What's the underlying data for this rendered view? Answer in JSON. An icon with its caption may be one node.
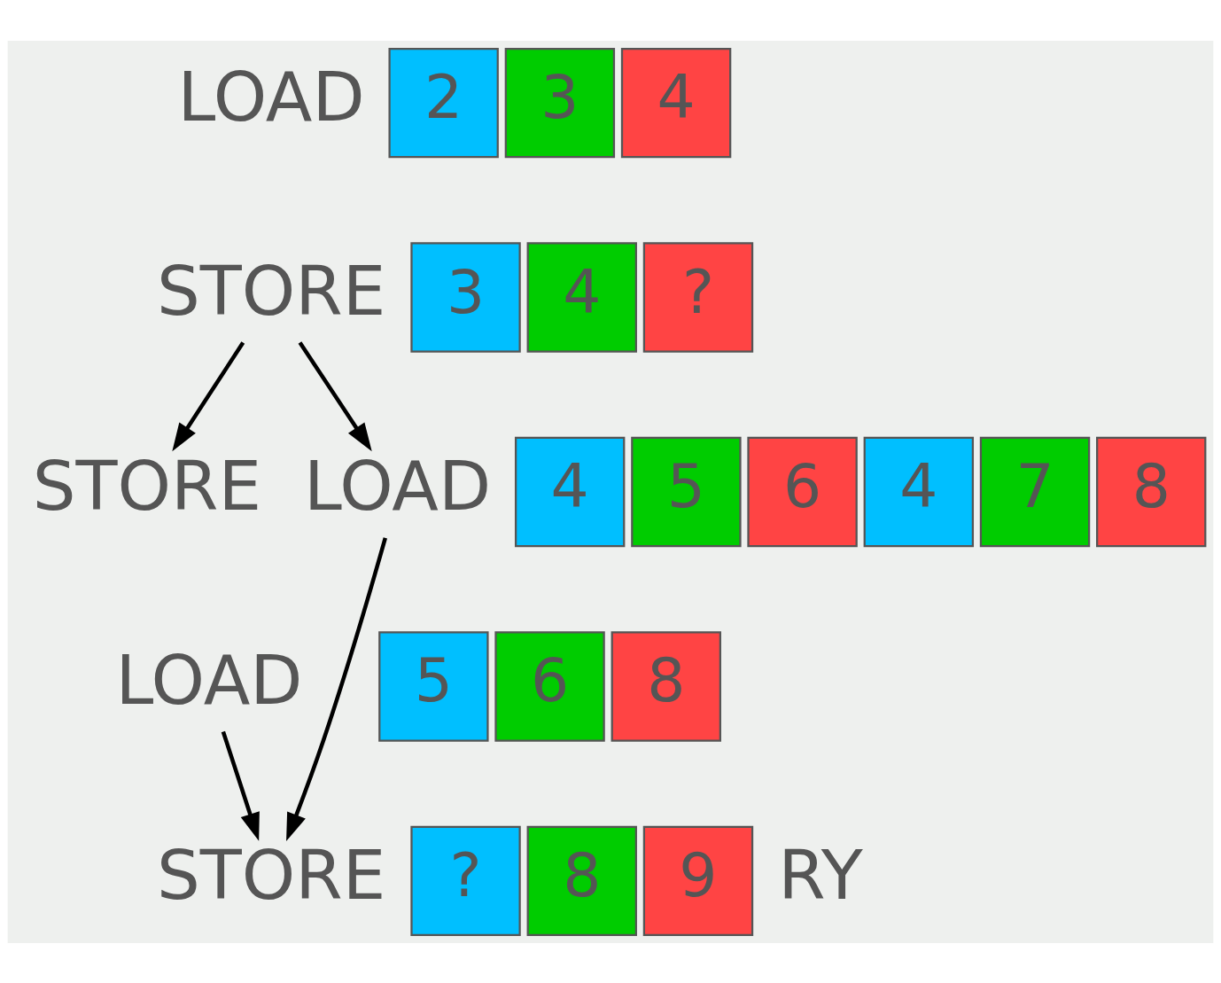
{
  "diagram": {
    "nodes": [
      {
        "text": [
          "LOAD"
        ]
      },
      {
        "text": [
          "2"
        ]
      },
      {
        "text": [
          "3"
        ]
      },
      {
        "text": [
          "4"
        ]
      },
      {
        "text": [
          "STORE"
        ]
      },
      {
        "text": [
          "3"
        ]
      },
      {
        "text": [
          "4"
        ]
      },
      {
        "text": [
          "?"
        ]
      },
      {
        "text": [
          "4"
        ]
      },
      {
        "text": [
          "5"
        ]
      },
      {
        "text": [
          "6"
        ]
      },
      {
        "text": [
          "STORE"
        ]
      },
      {
        "text": [
          "5"
        ]
      },
      {
        "text": [
          "6"
        ]
      },
      {
        "text": [
          "8"
        ]
      },
      {
        "text": [
          "LOAD"
        ]
      },
      {
        "text": [
          "LOAD"
        ]
      },
      {
        "text": [
          "4"
        ]
      },
      {
        "text": [
          "7"
        ]
      },
      {
        "text": [
          "8"
        ]
      },
      {
        "text": [
          "STORE"
        ]
      },
      {
        "text": [
          "?"
        ]
      },
      {
        "text": [
          "8"
        ]
      },
      {
        "text": [
          "9"
        ]
      }
    ],
    "edges": [
      {
        "from": 4,
        "to": 11,
        "arrow": "to"
      },
      {
        "from": 4,
        "to": 16,
        "arrow": "to"
      },
      {
        "from": 15,
        "to": 20,
        "arrow": "to"
      },
      {
        "from": 16,
        "to": 20,
        "arrow": "to"
      }
    ],
    "labels": [
      "RY"
    ]
  }
}
